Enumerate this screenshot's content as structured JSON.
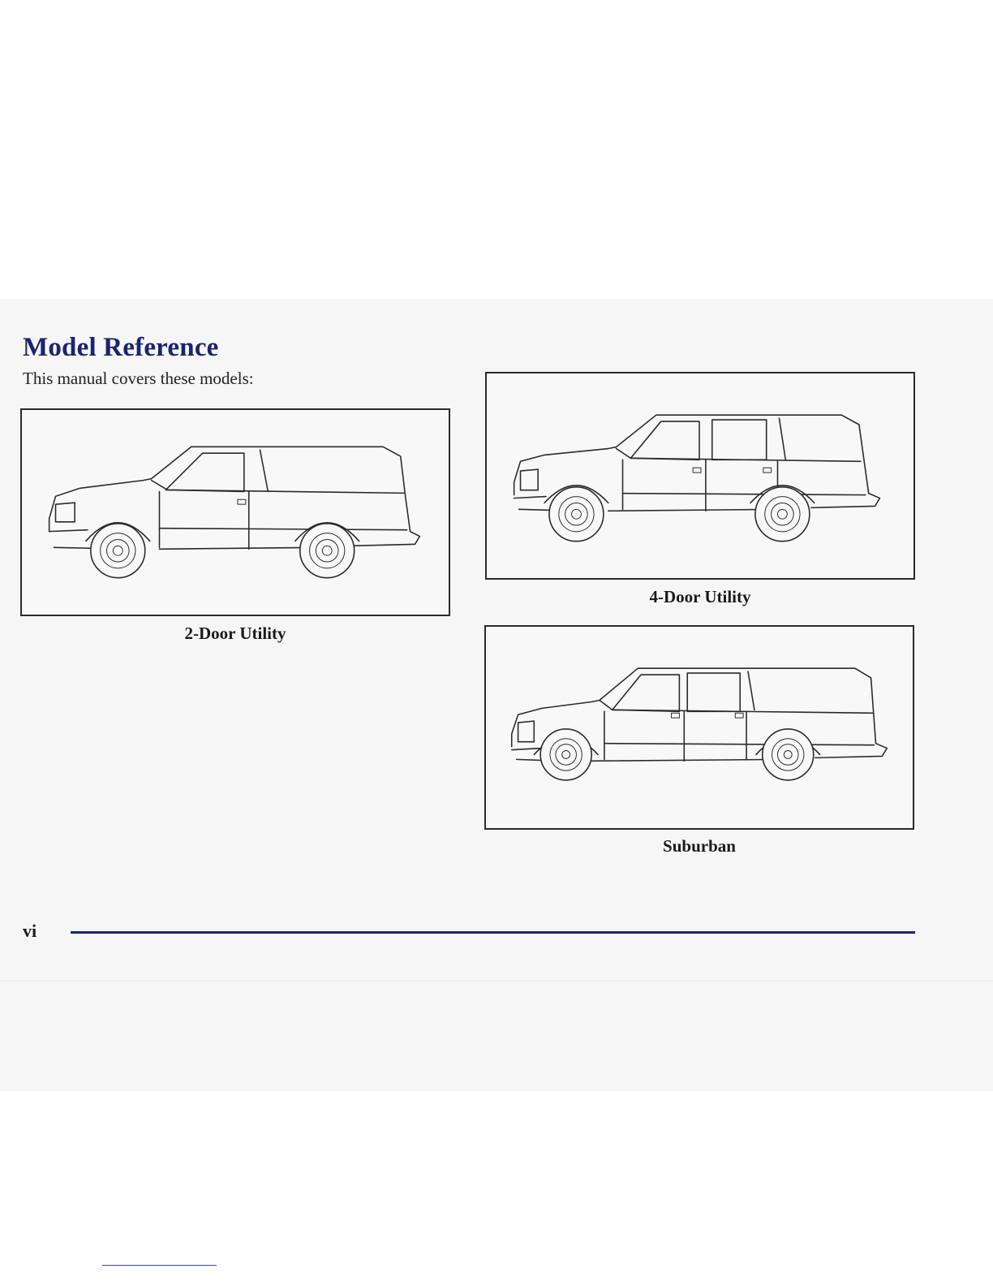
{
  "page": {
    "title": "Model Reference",
    "intro": "This manual covers these models:",
    "page_number": "vi"
  },
  "models": [
    {
      "caption": "2-Door Utility",
      "illustration": "two-door-utility-vehicle"
    },
    {
      "caption": "4-Door Utility",
      "illustration": "four-door-utility-vehicle"
    },
    {
      "caption": "Suburban",
      "illustration": "suburban-vehicle"
    }
  ],
  "colors": {
    "heading": "#1c2470",
    "rule": "#1c2470",
    "band": "#f6f6f6"
  }
}
